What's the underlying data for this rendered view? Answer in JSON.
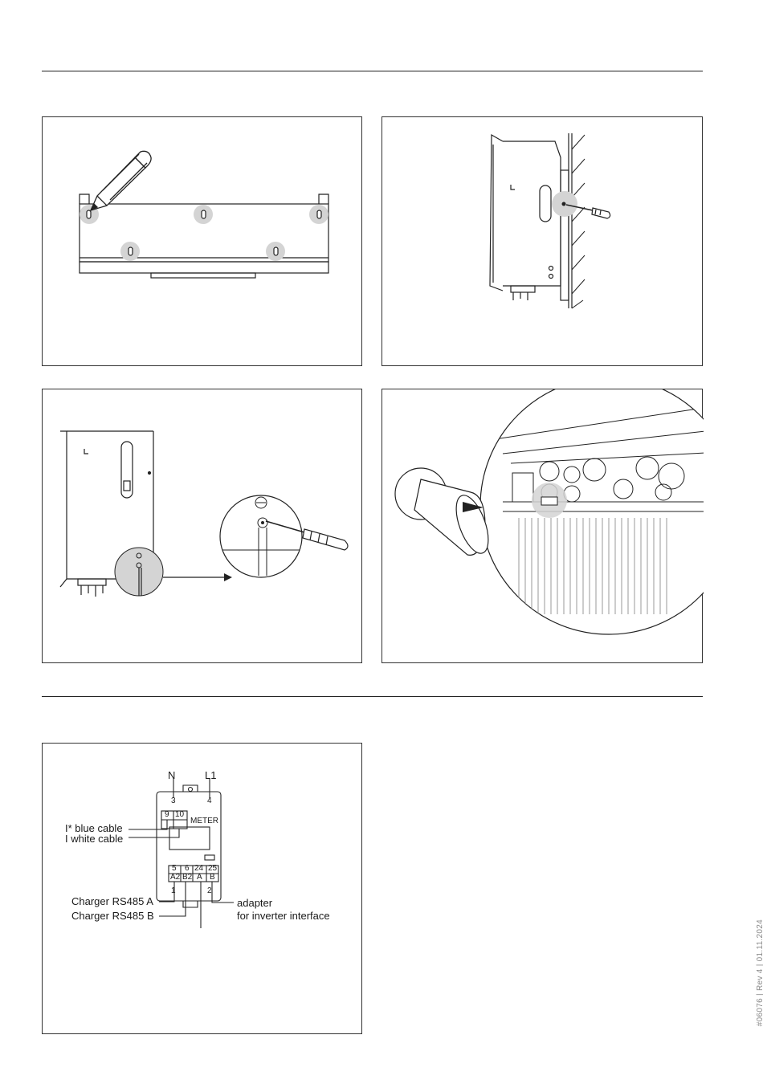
{
  "wiring": {
    "n_label": "N",
    "l1_label": "L1",
    "n_terminal": "3",
    "l1_terminal": "4",
    "meter_label": "METER",
    "top_terminals": [
      "9",
      "10"
    ],
    "bottom_terminals": [
      "5",
      "6",
      "24",
      "25"
    ],
    "bottom_terminal_names": [
      "A2",
      "B2",
      "A",
      "B"
    ],
    "lower_terminals": [
      "1",
      "2"
    ],
    "blue_cable": "I* blue cable",
    "white_cable": "I white cable",
    "charger_a": "Charger RS485 A",
    "charger_b": "Charger RS485 B",
    "adapter_line1": "adapter",
    "adapter_line2": "for inverter interface"
  },
  "footer": {
    "doc_ref": "#06076 | Rev 4 | 01.11.2024"
  }
}
